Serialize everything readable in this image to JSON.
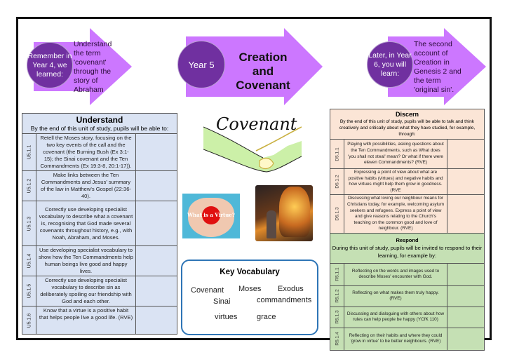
{
  "banner": {
    "left": {
      "circle_text": "Remember in Year 4, we learned:",
      "arrow_text": "Understand the term 'covenant' through the story of Abraham"
    },
    "center": {
      "circle_text": "Year 5",
      "title": "Creation and Covenant"
    },
    "right": {
      "circle_text": "Later, in Year 6, you will learn:",
      "arrow_text": "The second account of Creation in Genesis 2 and the term 'original sin'."
    }
  },
  "understand": {
    "title": "Understand",
    "subtitle": "By the end of this unit of study, pupils will be able to:",
    "rows": [
      {
        "code": "U5.1.1",
        "text": "Retell the Moses story, focusing on the two key events of the call and the covenant (the Burning Bush (Ex 3:1-15); the Sinai covenant and the Ten Commandments (Ex 19:3-8, 20:1-17))."
      },
      {
        "code": "U5.1.2",
        "text": "Make links between the Ten Commandments and Jesus' summary of the law in Matthew's Gospel (22:36-40)."
      },
      {
        "code": "U5.1.3",
        "text": "Correctly use developing specialist vocabulary to describe what a covenant is, recognising that God made several covenants throughout history, e.g., with Noah, Abraham, and Moses."
      },
      {
        "code": "U5.1.4",
        "text": "Use developing specialist vocabulary to show how the Ten Commandments help human beings live good and happy lives."
      },
      {
        "code": "U5.1.5",
        "text": "Correctly use developing specialist vocabulary to describe sin as deliberately spoiling our friendship with God and each other."
      },
      {
        "code": "U5.1.6",
        "text": "Know that a virtue is a positive habit that helps people live a good life. (RVE)"
      }
    ]
  },
  "discern": {
    "title": "Discern",
    "subtitle": "By the end of this unit of study, pupils will be able to talk and think creatively and critically about what they have studied, for example, through:",
    "rows": [
      {
        "code": "D5.1.1",
        "text": "Playing with possibilities, asking questions about the Ten Commandments, such as What does 'you shall not steal' mean? Or what if there were eleven Commandments? (RVE)"
      },
      {
        "code": "D5.1.2",
        "text": "Expressing a point of view about what are positive habits (virtues) and negative habits and how virtues might help them grow in goodness. (RVE"
      },
      {
        "code": "D5.1.3",
        "text": "Discussing what loving our neighbour means for Christians today, for example, welcoming asylum seekers and refugees. Express a point of view and give reasons relating to the Church's teaching on the common good and love of neighbour. (RVE)"
      }
    ]
  },
  "respond": {
    "title": "Respond",
    "subtitle": "During this unit of study, pupils will be invited to respond to their learning, for example by:",
    "rows": [
      {
        "code": "R5.1.1",
        "text": "Reflecting on the words and images used to describe Moses' encounter with God."
      },
      {
        "code": "R5.1.2",
        "text": "Reflecting on what makes them truly happy. (RVE)"
      },
      {
        "code": "R5.1.3",
        "text": "Discussing and dialoguing with others about how rules can help people be happy (YCfK 110)"
      },
      {
        "code": "R5.1.4",
        "text": "Reflecting on their habits and where they could 'grow in virtue' to be better neighbours. (RVE)"
      }
    ]
  },
  "images": {
    "covenant_script": "Covenant",
    "virtue_caption": "What is a Virtue?"
  },
  "vocabulary": {
    "title": "Key Vocabulary",
    "words": [
      "Covenant",
      "Moses",
      "Exodus",
      "Sinai",
      "commandments",
      "virtues",
      "grace"
    ]
  },
  "colors": {
    "arrow": "#cc77ff",
    "circle": "#7030a0",
    "understand_bg": "#dae3f3",
    "discern_bg": "#fbe5d6",
    "respond_bg": "#c5e0b4",
    "vocab_border": "#2e75b6"
  }
}
